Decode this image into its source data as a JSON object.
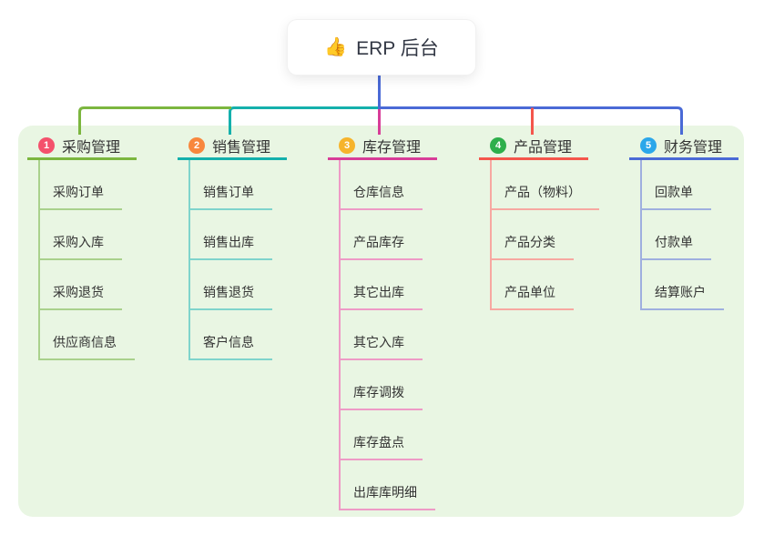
{
  "root": {
    "icon": "👍",
    "title": "ERP 后台"
  },
  "branches": [
    {
      "index": "1",
      "label": "采购管理",
      "badge_color": "#F4516C",
      "color": "#7CB63F",
      "light_color": "#A9D18C",
      "children": [
        "采购订单",
        "采购入库",
        "采购退货",
        "供应商信息"
      ]
    },
    {
      "index": "2",
      "label": "销售管理",
      "badge_color": "#F8873D",
      "color": "#14B0AC",
      "light_color": "#7FD4CC",
      "children": [
        "销售订单",
        "销售出库",
        "销售退货",
        "客户信息"
      ]
    },
    {
      "index": "3",
      "label": "库存管理",
      "badge_color": "#F6B42C",
      "color": "#D83D98",
      "light_color": "#EE9AC6",
      "children": [
        "仓库信息",
        "产品库存",
        "其它出库",
        "其它入库",
        "库存调拨",
        "库存盘点",
        "出库库明细"
      ]
    },
    {
      "index": "4",
      "label": "产品管理",
      "badge_color": "#2EAF4B",
      "color": "#F4564C",
      "light_color": "#F7A8A1",
      "children": [
        "产品（物料）",
        "产品分类",
        "产品单位"
      ]
    },
    {
      "index": "5",
      "label": "财务管理",
      "badge_color": "#2BA7EA",
      "color": "#4A6AD6",
      "light_color": "#9FAFDF",
      "children": [
        "回款单",
        "付款单",
        "结算账户"
      ]
    }
  ],
  "canvas": {
    "background": "#FFFFFF",
    "panel_bg": "#E9F6E3",
    "root_connector_color": "#4A6AD6",
    "text_color": "#333333"
  }
}
